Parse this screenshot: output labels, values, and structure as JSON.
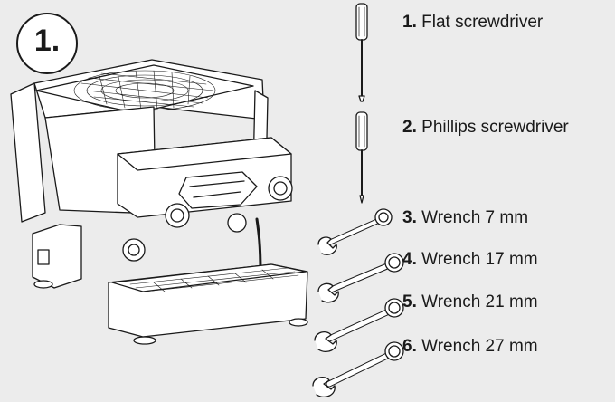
{
  "step": {
    "number": "1."
  },
  "tools": [
    {
      "num": "1.",
      "name": "Flat screwdriver"
    },
    {
      "num": "2.",
      "name": "Phillips screwdriver"
    },
    {
      "num": "3.",
      "name": "Wrench 7 mm"
    },
    {
      "num": "4.",
      "name": "Wrench 17 mm"
    },
    {
      "num": "5.",
      "name": "Wrench 21 mm"
    },
    {
      "num": "6.",
      "name": "Wrench 27 mm"
    }
  ],
  "colors": {
    "background": "#ececec",
    "line": "#1a1a1a",
    "fill": "#ffffff"
  }
}
